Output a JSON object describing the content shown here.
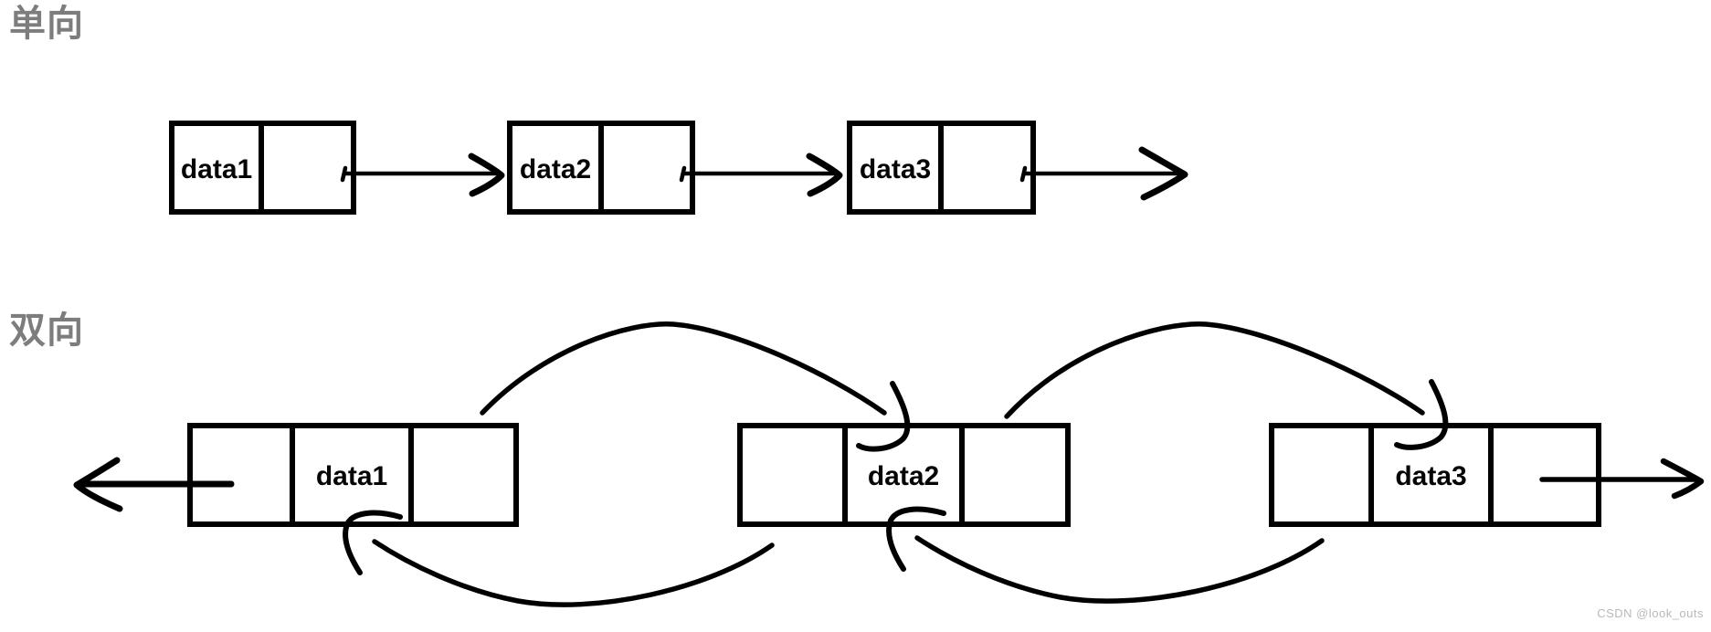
{
  "page": {
    "background": "#ffffff"
  },
  "colors": {
    "ink": "#000000",
    "section_label": "#7d7d7d",
    "watermark": "#b9b9b9"
  },
  "sections": {
    "singly": {
      "label": "单向",
      "nodes": [
        {
          "data": "data1"
        },
        {
          "data": "data2"
        },
        {
          "data": "data3"
        }
      ]
    },
    "doubly": {
      "label": "双向",
      "nodes": [
        {
          "data": "data1"
        },
        {
          "data": "data2"
        },
        {
          "data": "data3"
        }
      ]
    }
  },
  "watermark": "CSDN @look_outs"
}
